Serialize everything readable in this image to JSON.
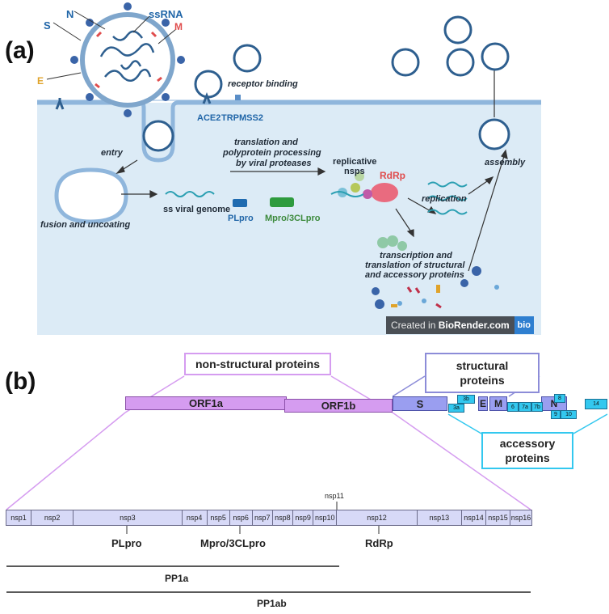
{
  "panel_a": {
    "label": "(a)",
    "virion_labels": {
      "n": "N",
      "ssrna": "ssRNA",
      "s": "S",
      "m": "M",
      "e": "E"
    },
    "receptor_binding": "receptor binding",
    "ace2": "ACE2",
    "tmprss2": "TRPMSS2",
    "entry": "entry",
    "fusion": "fusion and uncoating",
    "genome": "ss viral genome",
    "translation": [
      "translation and",
      "polyprotein processing",
      "by viral proteases"
    ],
    "plpro": "PLpro",
    "mpro": "Mpro/3CLpro",
    "replicative": [
      "replicative",
      "nsps"
    ],
    "rdrp": "RdRp",
    "replication": "replication",
    "assembly": "assembly",
    "transcription": [
      "transcription and",
      "translation of structural",
      "and accessory proteins"
    ],
    "credit_prefix": "Created in ",
    "credit_brand": "BioRender.com",
    "credit_logo": "bio",
    "colors": {
      "cell": "#dcebf6",
      "membrane": "#8fb6dc",
      "virus": "#2e5f8f",
      "spike": "#3a64a8"
    }
  },
  "panel_b": {
    "label": "(b)",
    "nonstructural": "non-structural proteins",
    "structural": [
      "structural",
      "proteins"
    ],
    "accessory": [
      "accessory",
      "proteins"
    ],
    "orf1a": "ORF1a",
    "orf1b": "ORF1b",
    "s": "S",
    "e": "E",
    "m": "M",
    "n": "N",
    "accessory_genes": {
      "g3a": "3a",
      "g3b": "3b",
      "g6": "6",
      "g7a": "7a",
      "g7b": "7b",
      "g8": "8",
      "g9": "9",
      "g10": "10",
      "g14": "14"
    },
    "nsp11": "nsp11",
    "nsps": [
      "nsp1",
      "nsp2",
      "nsp3",
      "nsp4",
      "nsp5",
      "nsp6",
      "nsp7",
      "nsp8",
      "nsp9",
      "nsp10",
      "nsp12",
      "nsp13",
      "nsp14",
      "nsp15",
      "nsp16"
    ],
    "enzymes": {
      "plpro": "PLpro",
      "mpro": "Mpro/3CLpro",
      "rdrp": "RdRp"
    },
    "pp1a": "PP1a",
    "pp1ab": "PP1ab",
    "colors": {
      "orf": "#d59cf0",
      "structural": "#9a9ef0",
      "accessory": "#33c8ef",
      "nsp": "#d7d9f7"
    }
  }
}
